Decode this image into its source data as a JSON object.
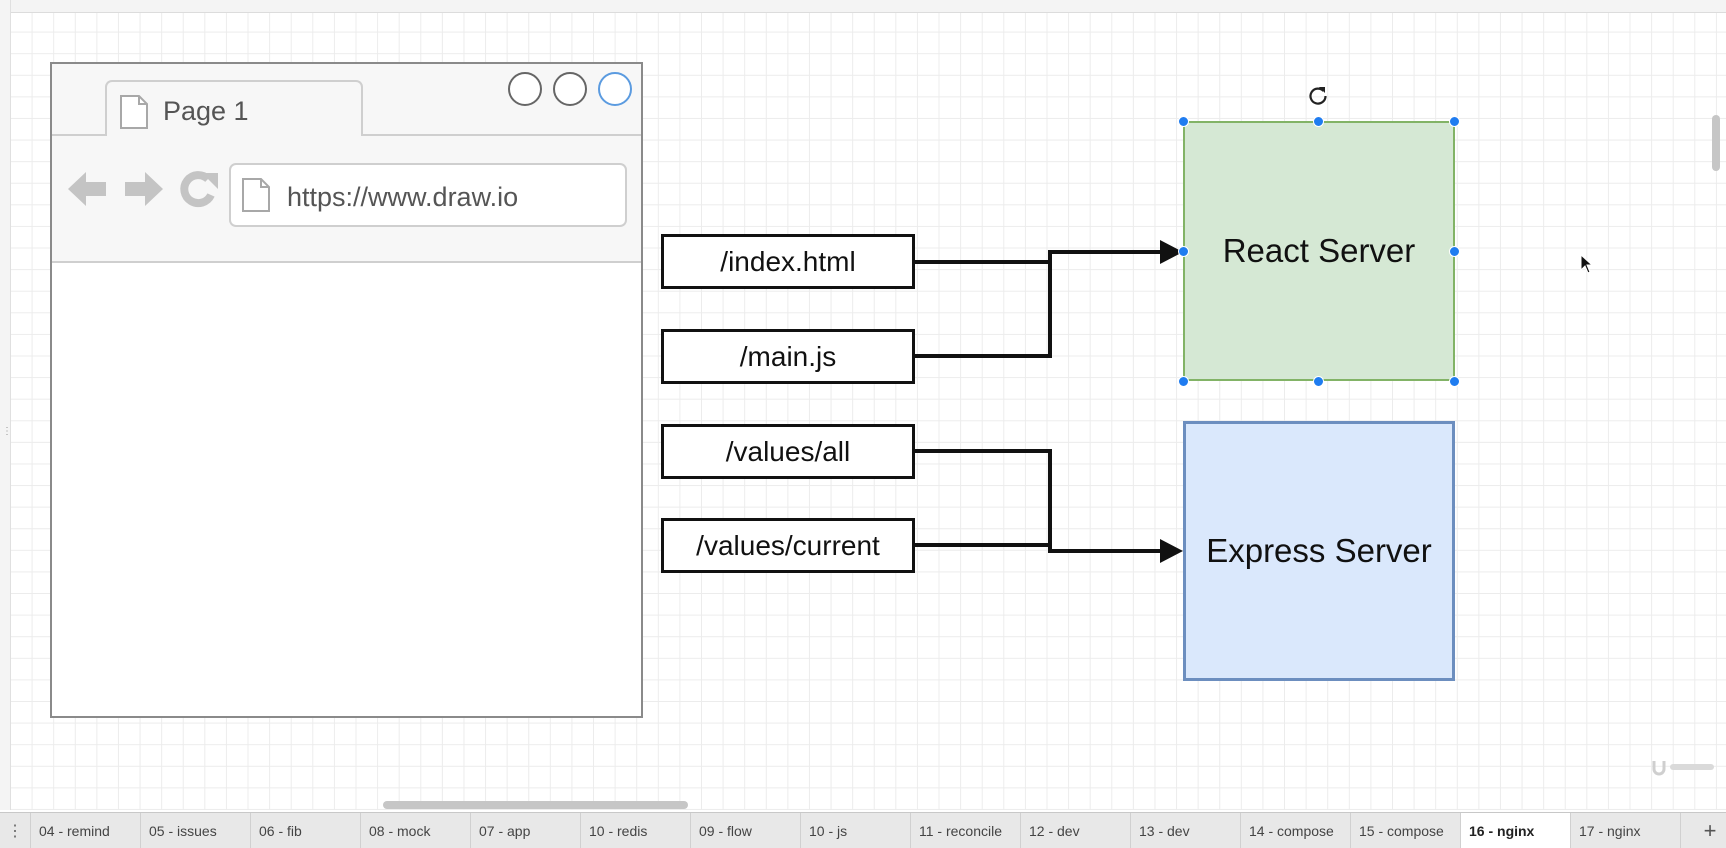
{
  "browser": {
    "tab_title": "Page 1",
    "url": "https://www.draw.io"
  },
  "routes": [
    "/index.html",
    "/main.js",
    "/values/all",
    "/values/current"
  ],
  "servers": {
    "react": {
      "label": "React Server",
      "fill": "#d5e8d4",
      "stroke": "#82b366"
    },
    "express": {
      "label": "Express Server",
      "fill": "#dae8fc",
      "stroke": "#6c8ebf"
    }
  },
  "tabs": [
    {
      "label": "04 - remind",
      "active": false
    },
    {
      "label": "05 - issues",
      "active": false
    },
    {
      "label": "06 - fib",
      "active": false
    },
    {
      "label": "08 - mock",
      "active": false
    },
    {
      "label": "07 - app",
      "active": false
    },
    {
      "label": "10 - redis",
      "active": false
    },
    {
      "label": "09 - flow",
      "active": false
    },
    {
      "label": "10 - js",
      "active": false
    },
    {
      "label": "11 - reconcile",
      "active": false
    },
    {
      "label": "12 - dev",
      "active": false
    },
    {
      "label": "13 - dev",
      "active": false
    },
    {
      "label": "14 - compose",
      "active": false
    },
    {
      "label": "15 - compose",
      "active": false
    },
    {
      "label": "16 - nginx",
      "active": true
    },
    {
      "label": "17 - nginx",
      "active": false
    }
  ],
  "icons": {
    "tab_menu": "vertical-dots-icon",
    "add_page": "plus-icon",
    "rotate": "rotate-icon",
    "cursor": "mouse-pointer-icon"
  },
  "accent_color": "#1f7cf0"
}
